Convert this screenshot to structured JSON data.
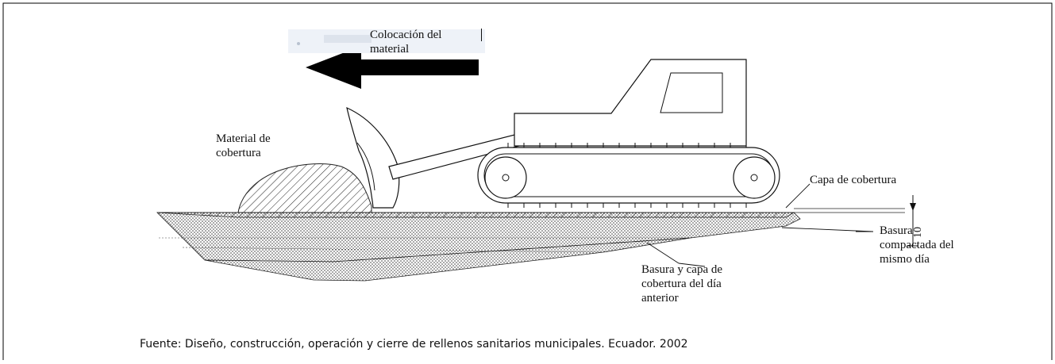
{
  "labels": {
    "colocacion": [
      "Colocación del",
      "material"
    ],
    "material_cobertura": [
      "Material de",
      "cobertura"
    ],
    "capa_cobertura": "Capa de cobertura",
    "basura_compactada": [
      "Basura",
      "compactada del",
      "mismo día"
    ],
    "basura_anterior": [
      "Basura y capa de",
      "cobertura del día",
      "anterior"
    ],
    "dimension": "10"
  },
  "source_caption": "Fuente: Diseño, construcción, operación y cierre de rellenos sanitarios municipales. Ecuador. 2002",
  "colors": {
    "ink": "#111111",
    "arrow": "#000000",
    "frame": "#000000"
  }
}
